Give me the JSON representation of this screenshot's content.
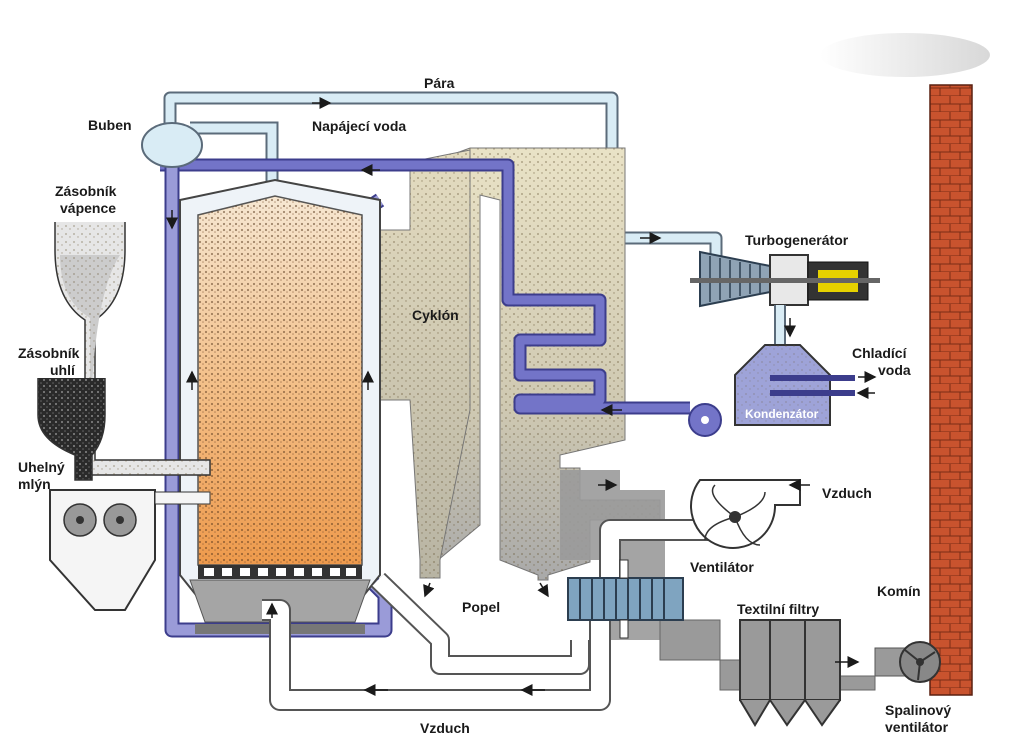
{
  "labels": {
    "para": "Pára",
    "napajeci_voda": "Napájecí voda",
    "buben": "Buben",
    "zasobnik_vapence_1": "Zásobník",
    "zasobnik_vapence_2": "vápence",
    "zasobnik_uhli_1": "Zásobník",
    "zasobnik_uhli_2": "uhlí",
    "uhelny_mlyn_1": "Uhelný",
    "uhelny_mlyn_2": "mlýn",
    "cyklon": "Cyklón",
    "turbogenerator": "Turbogenerátor",
    "chladici_voda_1": "Chladící",
    "chladici_voda_2": "voda",
    "kondenzator": "Kondenzátor",
    "vzduch_right": "Vzduch",
    "ventilator": "Ventilátor",
    "popel": "Popel",
    "textilni_filtry": "Textilní filtry",
    "komin": "Komín",
    "vzduch_bottom": "Vzduch",
    "spalinovy_ventilator_1": "Spalinový",
    "spalinovy_ventilator_2": "ventilátor"
  },
  "colors": {
    "steam_pipe": "#d9ecf5",
    "pipe_outline": "#5b6b7a",
    "water_pipe": "#6e6fc0",
    "flue_gas": "#d8d2b8",
    "ash_gray": "#9a9a9a",
    "furnace_orange": "#f0a860",
    "chimney_brick": "#c9532e"
  }
}
